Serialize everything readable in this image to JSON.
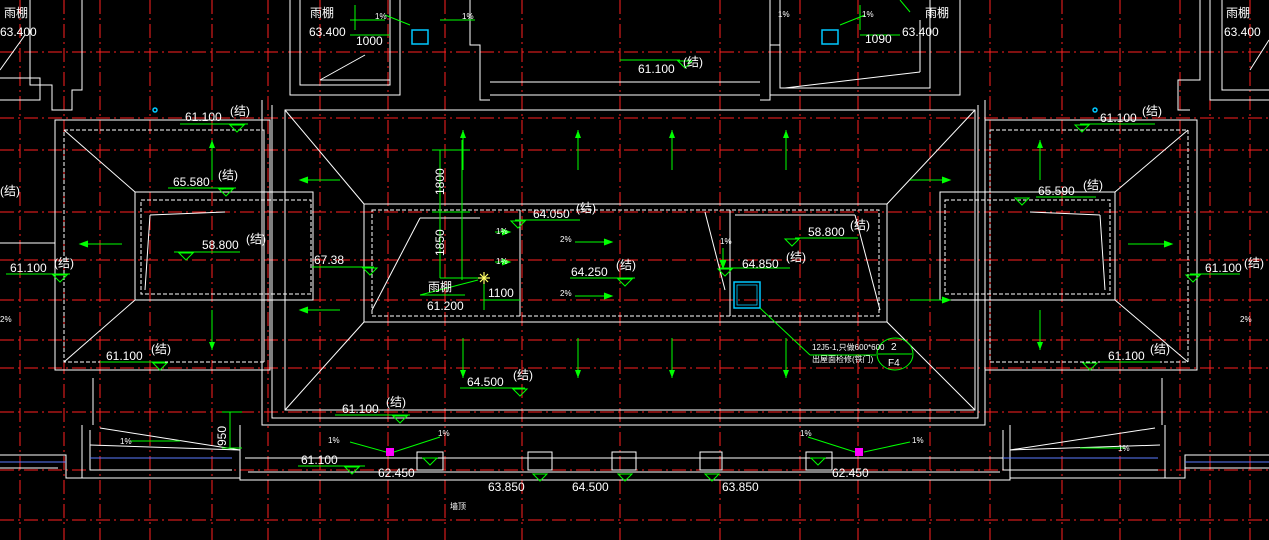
{
  "colors": {
    "background": "#000000",
    "grid": "#ff2020",
    "wall": "#ffffff",
    "arrow": "#00ff00",
    "annotation": "#00ff00",
    "drain": "#00c8ff",
    "floor_drain": "#ff00ff"
  },
  "labels": {
    "canopy_tl": "雨棚",
    "canopy_tr": "雨棚",
    "canopy_ml": "雨棚",
    "canopy_mr": "雨棚",
    "canopy_c": "雨棚",
    "elev_63400_a": "63.400",
    "elev_63400_b": "63.400",
    "elev_63400_c": "63.400",
    "elev_63400_d": "63.400",
    "dim_1000": "1000",
    "dim_1090": "1090",
    "slope_1_a": "1%",
    "slope_1_b": "1%",
    "slope_1_c": "1%",
    "slope_1_d": "1%",
    "elev_61100_top": "61.100",
    "jie_top": "(结)",
    "elev_61100_left_top": "61.100",
    "jie_left_top": "(结)",
    "elev_61100_right_top": "61.100",
    "jie_right_top": "(结)",
    "elev_65580": "65.580",
    "jie_65580": "(结)",
    "elev_65590": "65.590",
    "jie_65590": "(结)",
    "elev_58800_left": "58.800",
    "jie_58800_left": "(结)",
    "elev_58800_right": "58.800",
    "jie_58800_right": "(结)",
    "elev_61100_left": "61.100",
    "jie_61100_left": "(结)",
    "elev_61100_right": "61.100",
    "jie_61100_right": "(结)",
    "slope_2_left": "2%",
    "slope_2_right": "2%",
    "slope_2_c1": "2%",
    "slope_2_c2": "2%",
    "elev_61100_lb": "61.100",
    "jie_lb": "(结)",
    "elev_61100_rb": "61.100",
    "jie_rb": "(结)",
    "elev_6738": "67.38",
    "dim_1800": "1800",
    "dim_1850": "1850",
    "dim_1100": "1100",
    "elev_61200": "61.200",
    "slope_1_e": "1%",
    "slope_1_f": "1%",
    "slope_1_g": "1%",
    "elev_64050": "64.050",
    "jie_64050": "(结)",
    "elev_64250": "64.250",
    "jie_64250": "(结)",
    "elev_64850": "64.850",
    "jie_64850": "(结)",
    "elev_64500": "64.500",
    "jie_64500": "(结)",
    "elev_61100_bc": "61.100",
    "jie_bc": "(结)",
    "dim_950": "950",
    "detail_num": "2",
    "detail_sheet": "F4",
    "detail_note_1": "12J5-1,只做600*600",
    "detail_note_2": "出屋面检修(铁门)",
    "slope_1_h": "1%",
    "slope_1_i": "1%",
    "slope_1_j": "1%",
    "slope_1_k": "1%",
    "slope_1_l": "1%",
    "slope_1_m": "1%",
    "elev_61100_bl": "61.100",
    "elev_62450_l": "62.450",
    "elev_62450_r": "62.450",
    "elev_63850_l": "63.850",
    "elev_64500_b": "64.500",
    "elev_63850_r": "63.850",
    "bottom_note": "墙顶"
  }
}
